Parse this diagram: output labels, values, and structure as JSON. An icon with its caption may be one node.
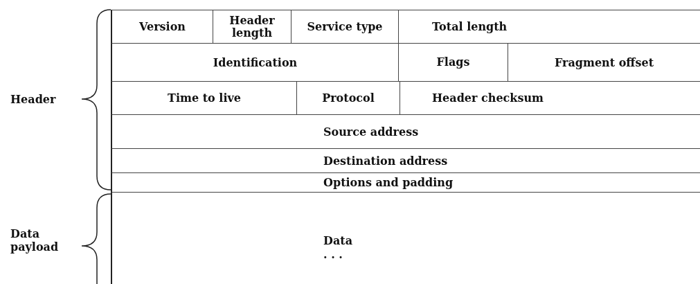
{
  "diagram": {
    "labels": [
      "Version",
      "Header length",
      "Service type",
      "Total length",
      "Identification",
      "Flags",
      "Fragment offset",
      "Header",
      "Time to live",
      "Protocol",
      "Header checksum",
      "Source address",
      "Destination address",
      "Options and padding",
      "Data payload",
      "Data",
      ". . ."
    ]
  }
}
